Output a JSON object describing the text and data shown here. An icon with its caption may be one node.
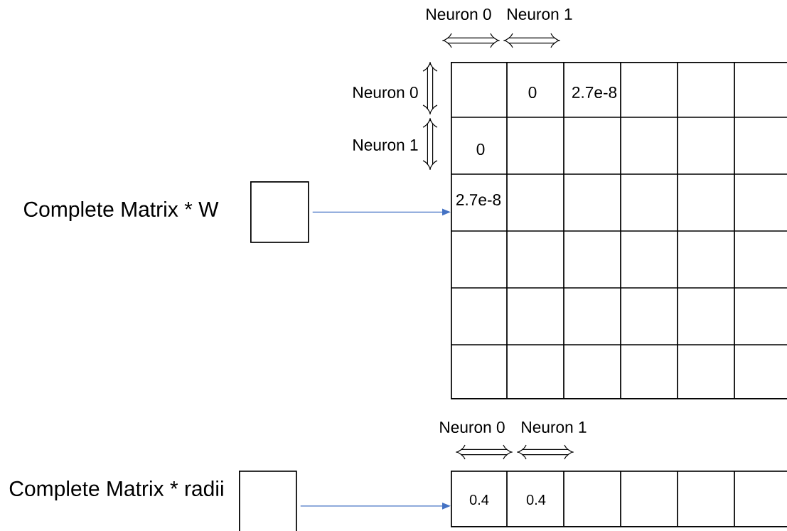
{
  "diagram": {
    "nodes": [
      {
        "text": [],
        "shape": "box",
        "beside": [
          "Complete Matrix * W"
        ]
      },
      {
        "text": [],
        "shape": "grid"
      },
      {
        "text": [],
        "shape": "box",
        "beside": [
          "Complete Matrix * radii"
        ]
      },
      {
        "text": [],
        "shape": "grid"
      }
    ],
    "edges": [
      {
        "from": 0,
        "to": 1,
        "arrow": "to"
      },
      {
        "from": 2,
        "to": 3,
        "arrow": "to"
      }
    ],
    "labels": [
      "Neuron 0",
      "Neuron 1",
      "Neuron 0",
      "0",
      "2.7e-8",
      "Neuron 1",
      "0",
      "2.7e-8",
      "Neuron 0",
      "Neuron 1",
      "0.4",
      "0.4"
    ]
  }
}
